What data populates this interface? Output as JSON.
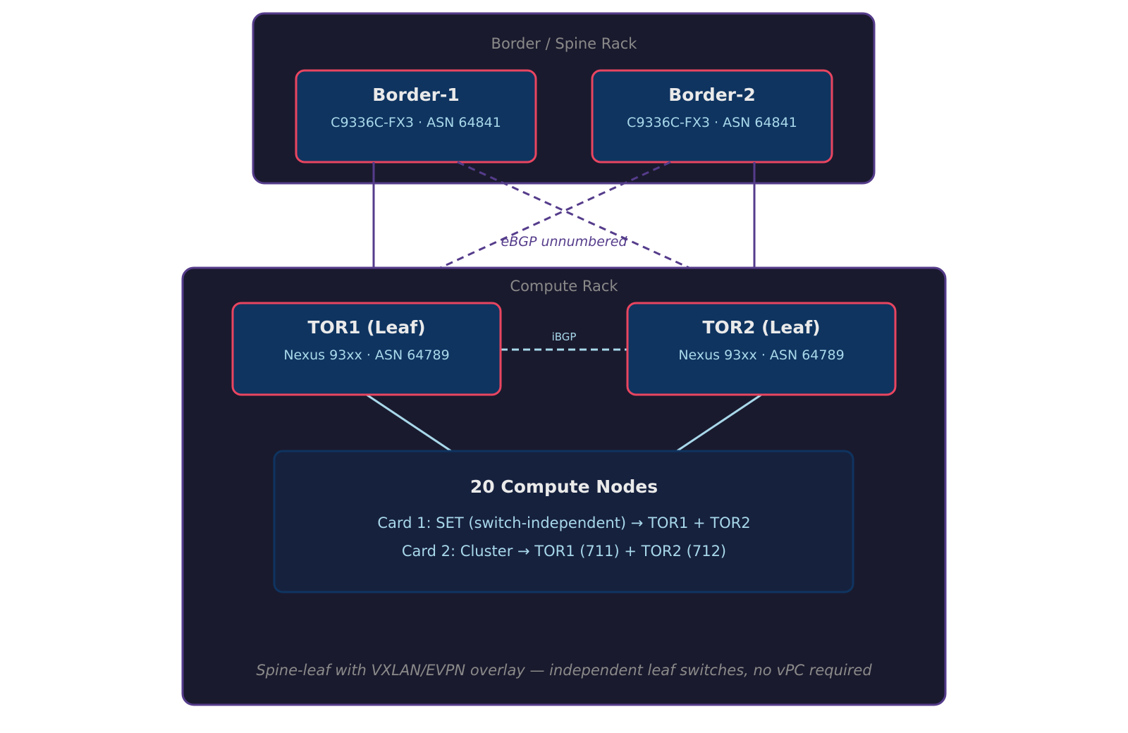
{
  "colors": {
    "rack_fill": "#1a1a2e",
    "rack_stroke": "#553c8b",
    "switch_fill": "#0f3460",
    "switch_stroke": "#e94560",
    "link_light": "#a8d8ea",
    "nodes_fill": "#16213e"
  },
  "border_rack": {
    "label": "Border / Spine Rack",
    "switches": [
      {
        "name": "Border-1",
        "detail": "C9336C-FX3 · ASN 64841"
      },
      {
        "name": "Border-2",
        "detail": "C9336C-FX3 · ASN 64841"
      }
    ]
  },
  "links": {
    "uplink_label": "eBGP unnumbered",
    "peer_label": "iBGP"
  },
  "compute_rack": {
    "label": "Compute Rack",
    "leaves": [
      {
        "name": "TOR1 (Leaf)",
        "detail": "Nexus 93xx · ASN 64789"
      },
      {
        "name": "TOR2 (Leaf)",
        "detail": "Nexus 93xx · ASN 64789"
      }
    ],
    "nodes": {
      "title": "20 Compute Nodes",
      "lines": [
        "Card 1: SET (switch-independent) → TOR1 + TOR2",
        "Card 2: Cluster → TOR1 (711) + TOR2 (712)"
      ]
    },
    "footer": "Spine-leaf with VXLAN/EVPN overlay — independent leaf switches, no vPC required"
  }
}
